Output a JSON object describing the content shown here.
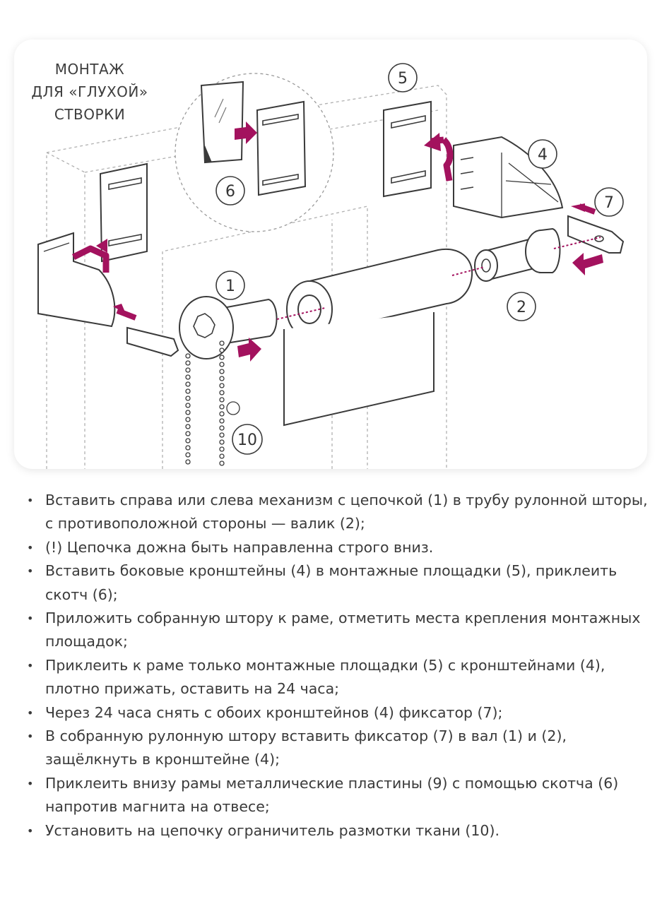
{
  "diagram": {
    "title_lines": [
      "МОНТАЖ",
      "ДЛЯ «ГЛУХОЙ»",
      "СТВОРКИ"
    ],
    "badges": {
      "chain_mechanism": "1",
      "roller": "2",
      "bracket": "4",
      "mounting_pad": "5",
      "tape": "6",
      "fixator": "7",
      "limiter": "10"
    },
    "colors": {
      "arrow": "#a3125e",
      "line": "#3a3a3a",
      "dashed_guide": "#b0b0b0",
      "card_bg": "#ffffff"
    }
  },
  "instructions": [
    "Вставить справа или слева механизм с цепочкой (1) в трубу рулонной шторы, с противоположной стороны — валик (2);",
    "(!) Цепочка дожна быть направленна строго вниз.",
    "Вставить боковые кронштейны (4) в монтажные площадки (5), приклеить скотч (6);",
    "Приложить собранную штору к раме, отметить места крепления монтажных площадок;",
    "Приклеить к раме только монтажные площадки (5) с кронштейнами (4), плотно прижать, оставить на 24 часа;",
    "Через 24 часа снять с обоих кронштейнов (4) фиксатор (7);",
    "В собранную рулонную штору вставить фиксатор (7) в вал (1) и (2), защёлкнуть в кронштейне (4);",
    "Приклеить внизу рамы металлические пластины (9) с помощью скотча (6) напротив магнита на отвесе;",
    "Установить на цепочку ограничитель размотки ткани (10)."
  ]
}
